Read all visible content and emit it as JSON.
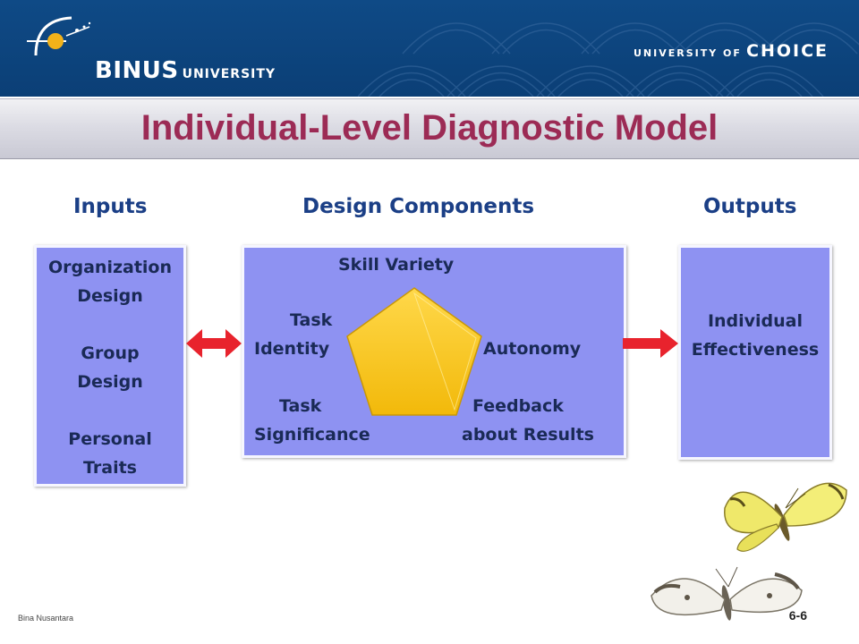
{
  "header": {
    "logo_name": "BINUS",
    "logo_suffix": "UNIVERSITY",
    "tagline_small": "UNIVERSITY OF",
    "tagline_big": "CHOICE",
    "band_color": "#0f4a86"
  },
  "title": "Individual-Level Diagnostic Model",
  "columns": {
    "inputs": "Inputs",
    "design": "Design Components",
    "outputs": "Outputs"
  },
  "inputs_box": {
    "lines": [
      "Organization",
      "Design",
      "",
      "Group",
      "Design",
      "",
      "Personal",
      "Traits"
    ]
  },
  "design_box": {
    "skill_variety": "Skill Variety",
    "task_identity_1": "Task",
    "task_identity_2": "Identity",
    "autonomy": "Autonomy",
    "task_significance_1": "Task",
    "task_significance_2": "Significance",
    "feedback_1": "Feedback",
    "feedback_2": "about Results"
  },
  "outputs_box": {
    "lines": [
      "Individual",
      "Effectiveness"
    ]
  },
  "colors": {
    "box_fill": "#8e92f2",
    "pentagon": "#f6c310",
    "arrow": "#e8232d",
    "title": "#9c2b55",
    "column_heading": "#1b3f86"
  },
  "footer": {
    "note": "Bina Nusantara",
    "page": "6-6"
  }
}
